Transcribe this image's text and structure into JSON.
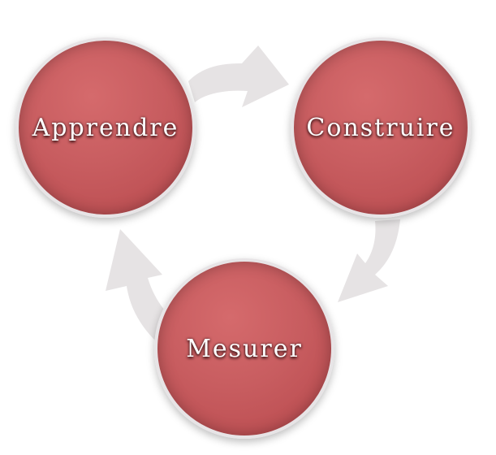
{
  "nodes": {
    "apprendre": "Apprendre",
    "construire": "Construire",
    "mesurer": "Mesurer"
  },
  "colors": {
    "circle_fill": "#c85d60",
    "circle_border": "#e7e4e6",
    "arrow": "#e6e3e4",
    "label": "#ffffff"
  }
}
